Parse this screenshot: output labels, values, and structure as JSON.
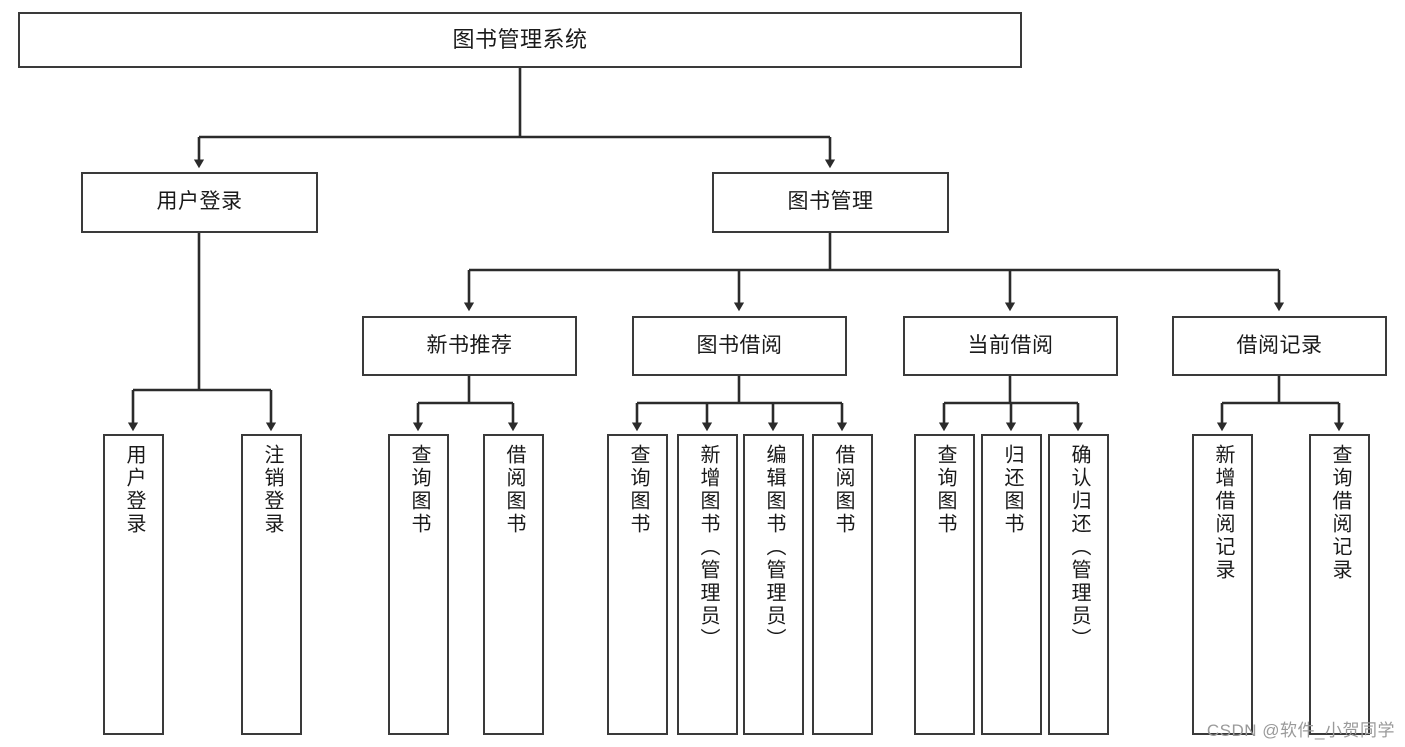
{
  "diagram": {
    "title": "图书管理系统",
    "type": "tree-hierarchy-diagram",
    "watermark": "CSDN @软件_小贺同学",
    "colors": {
      "background": "#ffffff",
      "box_border": "#3a3a3a",
      "box_fill": "#ffffff",
      "edge": "#2b2b2b",
      "text": "#1a1a1a",
      "watermark": "#9a9a9a"
    },
    "nodes": {
      "root": {
        "label": "图书管理系统"
      },
      "level2": [
        {
          "id": "user-login",
          "label": "用户登录"
        },
        {
          "id": "book-management",
          "label": "图书管理"
        }
      ],
      "level3": [
        {
          "id": "new-book-recommend",
          "label": "新书推荐"
        },
        {
          "id": "book-borrow",
          "label": "图书借阅"
        },
        {
          "id": "current-borrow",
          "label": "当前借阅"
        },
        {
          "id": "borrow-record",
          "label": "借阅记录"
        }
      ],
      "leaves": {
        "user-login": [
          {
            "id": "leaf-user-login",
            "label": "用户登录"
          },
          {
            "id": "leaf-logout",
            "label": "注销登录"
          }
        ],
        "new-book-recommend": [
          {
            "id": "leaf-query-book-1",
            "label": "查询图书"
          },
          {
            "id": "leaf-borrow-book-1",
            "label": "借阅图书"
          }
        ],
        "book-borrow": [
          {
            "id": "leaf-query-book-2",
            "label": "查询图书"
          },
          {
            "id": "leaf-add-book",
            "label": "新增图书（管理员）"
          },
          {
            "id": "leaf-edit-book",
            "label": "编辑图书（管理员）"
          },
          {
            "id": "leaf-borrow-book-2",
            "label": "借阅图书"
          }
        ],
        "current-borrow": [
          {
            "id": "leaf-query-book-3",
            "label": "查询图书"
          },
          {
            "id": "leaf-return-book",
            "label": "归还图书"
          },
          {
            "id": "leaf-confirm-return",
            "label": "确认归还（管理员）"
          }
        ],
        "borrow-record": [
          {
            "id": "leaf-add-record",
            "label": "新增借阅记录"
          },
          {
            "id": "leaf-query-record",
            "label": "查询借阅记录"
          }
        ]
      }
    }
  }
}
